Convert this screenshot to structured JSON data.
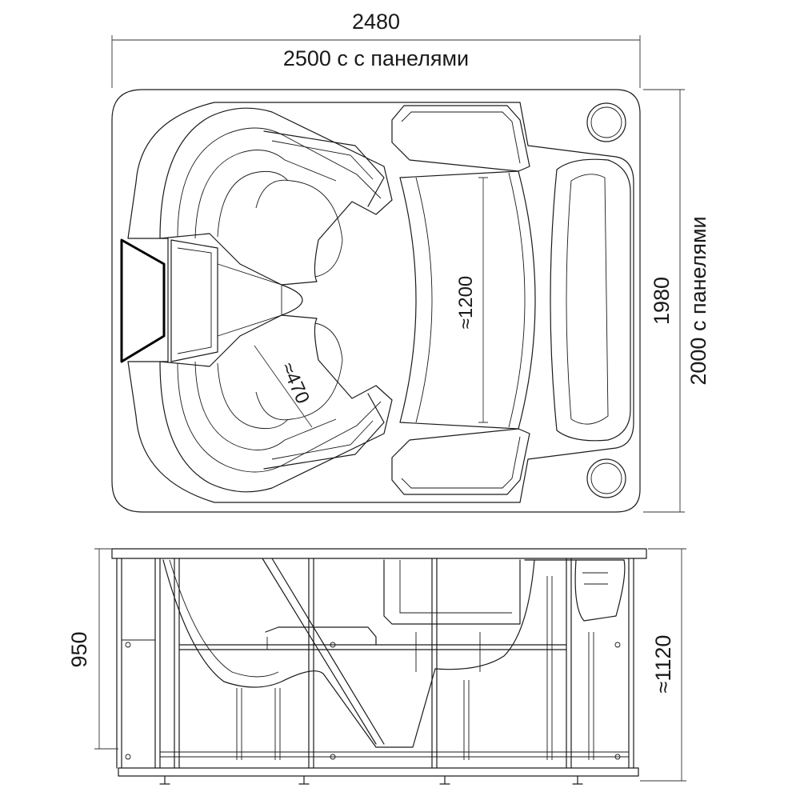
{
  "dimensions": {
    "width": "2480",
    "width_with_panels": "2500 с с панелями",
    "depth": "1980",
    "depth_with_panels": "2000 с панелями",
    "inner_length": "≈1200",
    "seat_radius": "≈470",
    "height": "950",
    "height_total": "≈1120"
  }
}
